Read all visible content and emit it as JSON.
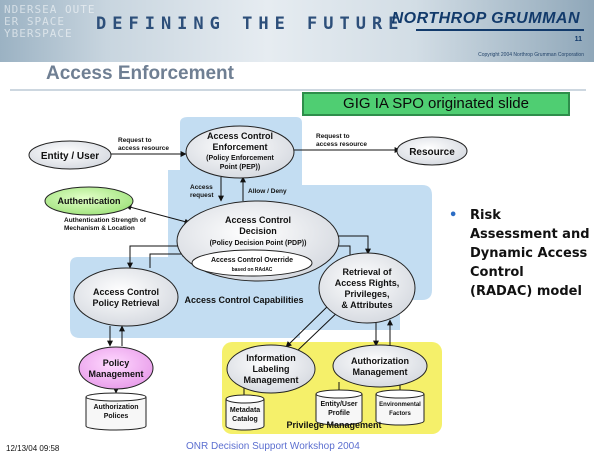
{
  "header": {
    "ghost_text": "NDERSEA OUTE\nER SPACE\nYBERSPACE",
    "tagline": "DEFINING THE FUTURE",
    "brand": "NORTHROP GRUMMAN",
    "page_number": "11",
    "copyright": "Copyright 2004 Northrop Grumman Corporation"
  },
  "slide_title": "Access Enforcement",
  "gig_label": "GIG IA SPO originated slide",
  "diagram": {
    "entity_user": "Entity / User",
    "resource": "Resource",
    "authentication": "Authentication",
    "pep_lines": [
      "Access Control",
      "Enforcement",
      "(Policy Enforcement",
      "Point (PEP))"
    ],
    "pdp_lines": [
      "Access Control",
      "Decision",
      "(Policy Decision Point (PDP))"
    ],
    "override_lines": [
      "Access Control Override",
      "based on RAdAC"
    ],
    "policy_retrieval_lines": [
      "Access Control",
      "Policy Retrieval"
    ],
    "rights_lines": [
      "Retrieval of",
      "Access Rights,",
      "Privileges,",
      "& Attributes"
    ],
    "capabilities": "Access Control Capabilities",
    "policy_mgmt_lines": [
      "Policy",
      "Management"
    ],
    "auth_policies_lines": [
      "Authorization",
      "Polices"
    ],
    "info_labeling_lines": [
      "Information",
      "Labeling",
      "Management"
    ],
    "authorization_mgmt_lines": [
      "Authorization",
      "Management"
    ],
    "metadata_lines": [
      "Metadata",
      "Catalog"
    ],
    "entity_profile_lines": [
      "Entity/User",
      "Profile"
    ],
    "env_factors_lines": [
      "Environmental",
      "Factors"
    ],
    "privilege_mgmt": "Privilege Management",
    "edge_request_lines": [
      "Request to",
      "access resource"
    ],
    "edge_request2_lines": [
      "Request to",
      "access resource"
    ],
    "edge_access_request_lines": [
      "Access",
      "request"
    ],
    "edge_allow_deny": "Allow / Deny",
    "edge_auth_strength_lines": [
      "Authentication Strength of",
      "Mechanism & Location"
    ]
  },
  "bullet": {
    "dot": "•",
    "text": "Risk Assessment and Dynamic Access Control (RADAC) model"
  },
  "footer": {
    "workshop": "ONR Decision Support Workshop 2004",
    "timestamp": "12/13/04 09:58"
  }
}
